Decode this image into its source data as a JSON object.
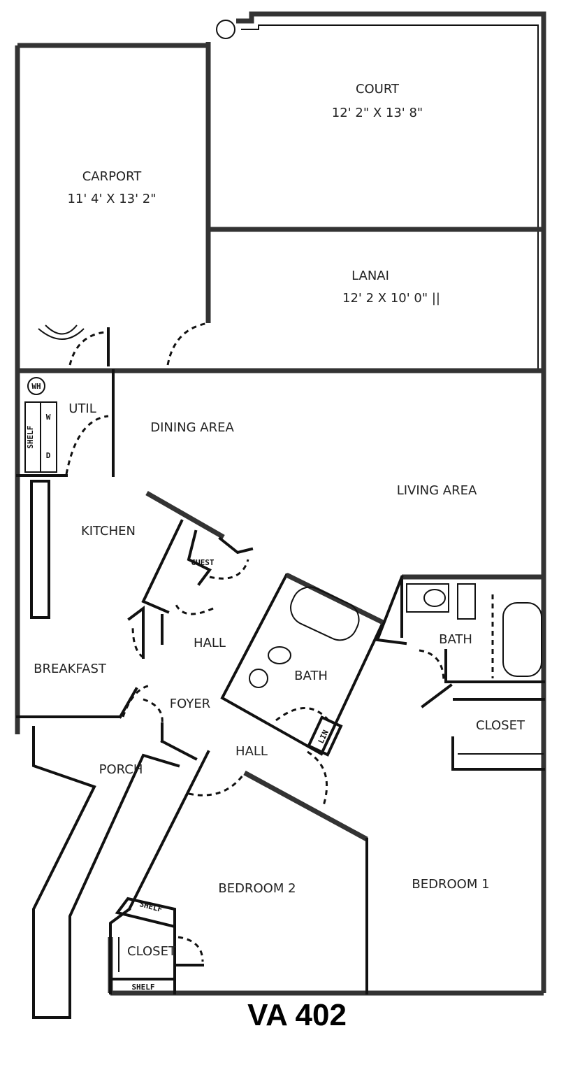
{
  "title": "VA 402",
  "rooms": {
    "court": {
      "name": "COURT",
      "dims": "12' 2\" X 13' 8\""
    },
    "carport": {
      "name": "CARPORT",
      "dims": "11' 4' X 13' 2\""
    },
    "lanai": {
      "name": "LANAI",
      "dims": "12' 2 X 10' 0\" ||"
    },
    "util": "UTIL",
    "dining": "DINING AREA",
    "living": "LIVING AREA",
    "kitchen": "KITCHEN",
    "hall1": "HALL",
    "breakfast": "BREAKFAST",
    "bath_center": "BATH",
    "bath_right": "BATH",
    "foyer": "FOYER",
    "closet_right": "CLOSET",
    "hall2": "HALL",
    "porch": "PORCH",
    "bedroom2": "BEDROOM 2",
    "bedroom1": "BEDROOM 1",
    "closet_left": "CLOSET"
  },
  "fixtures": {
    "water_heater": "WH",
    "shelf": "SHELF",
    "washer": "W",
    "dryer": "D",
    "guest": "GUEST",
    "linen": "LIN",
    "shelf2": "SHELF",
    "shelf3": "SHELF"
  }
}
